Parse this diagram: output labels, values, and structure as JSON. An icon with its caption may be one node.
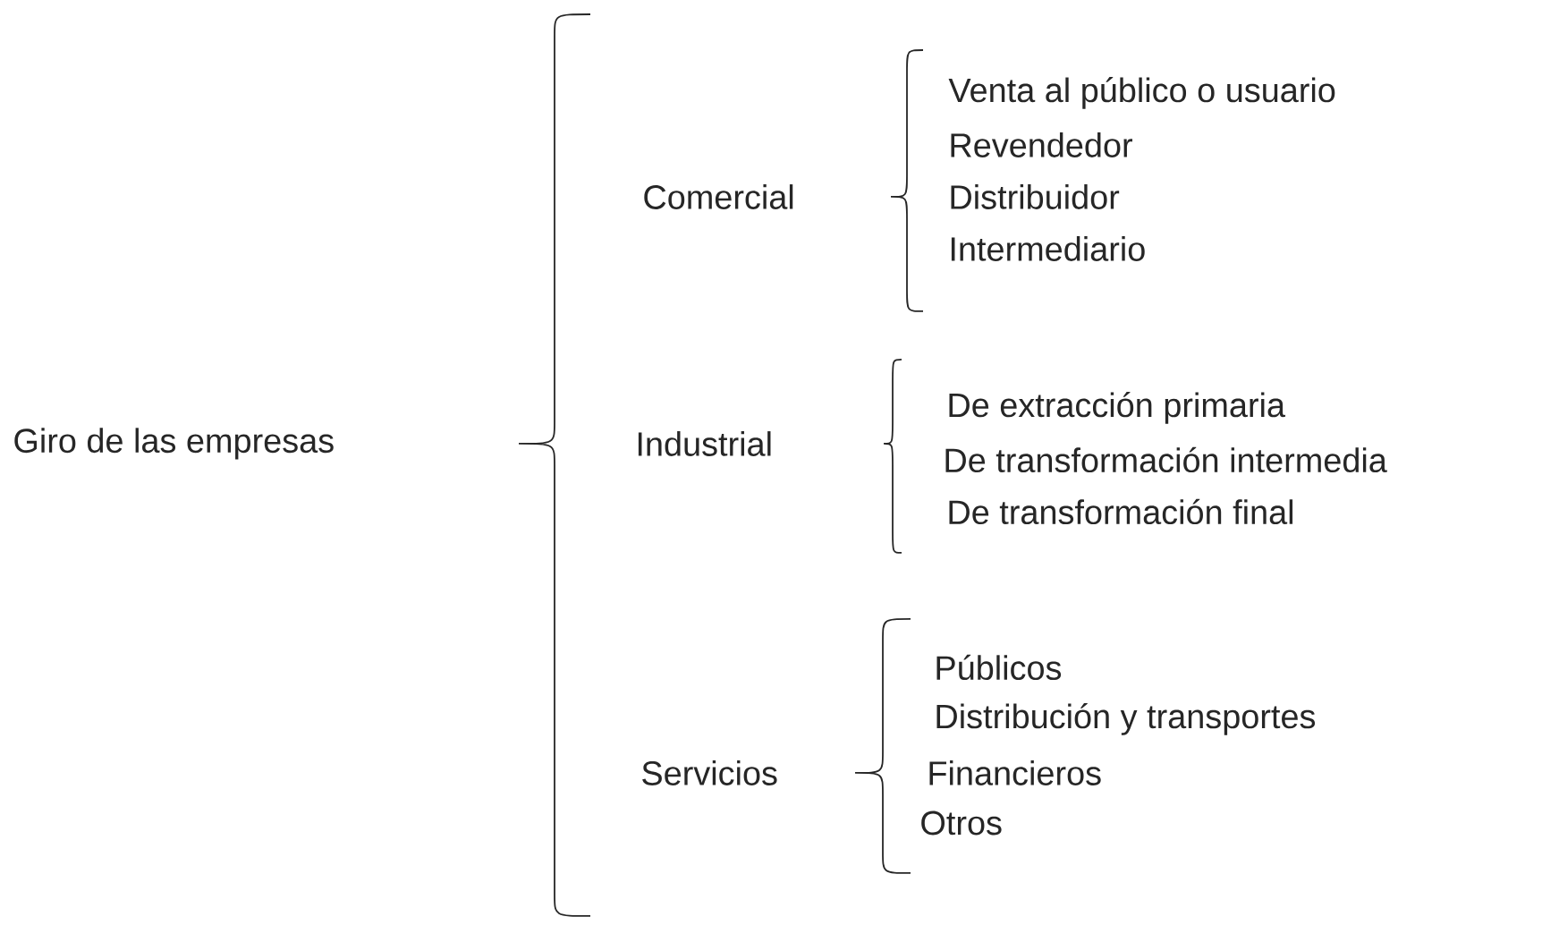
{
  "diagram": {
    "labels": [
      "Giro de las empresas",
      "Comercial",
      "Venta al público o usuario",
      "Revendedor",
      "Distribuidor",
      "Intermediario",
      "Industrial",
      "De extracción primaria",
      "De transformación intermedia",
      "De transformación final",
      "Servicios",
      "Públicos",
      "Distribución y transportes",
      "Financieros",
      "Otros"
    ]
  }
}
